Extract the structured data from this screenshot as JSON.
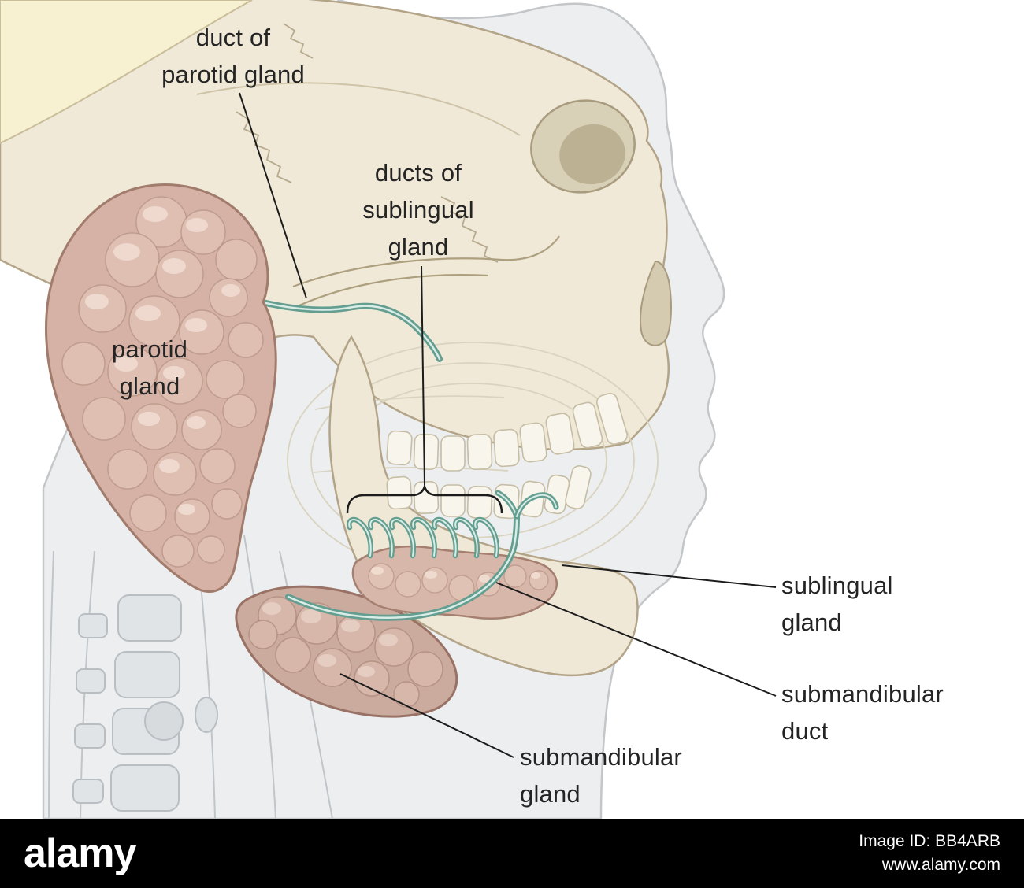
{
  "illustration": {
    "subject": "salivary glands lateral head anatomy",
    "labels": {
      "duct_of_parotid": "duct of\nparotid gland",
      "ducts_of_sublingual": "ducts of\nsublingual\ngland",
      "parotid": "parotid\ngland",
      "sublingual": "sublingual\ngland",
      "submandibular_duct": "submandibular\nduct",
      "submandibular_gland": "submandibular\ngland"
    },
    "palette": {
      "bone": "#f0e9d8",
      "bone_outline": "#b3a488",
      "bone_cut_edge": "#f7f1d1",
      "soft_tissue": "#eceef0",
      "soft_tissue_outline": "#c3c7ca",
      "gland": "#d6b2a6",
      "gland_outline": "#a17b6c",
      "submandibular_gland": "#ccab9f",
      "duct": "#639e90",
      "duct_highlight": "#d9ece6",
      "label_text": "#242424",
      "watermark_background": "#000000",
      "watermark_text": "#ffffff"
    }
  },
  "watermark": {
    "logo": "alamy",
    "image_id": "Image ID: BB4ARB",
    "url": "www.alamy.com"
  }
}
